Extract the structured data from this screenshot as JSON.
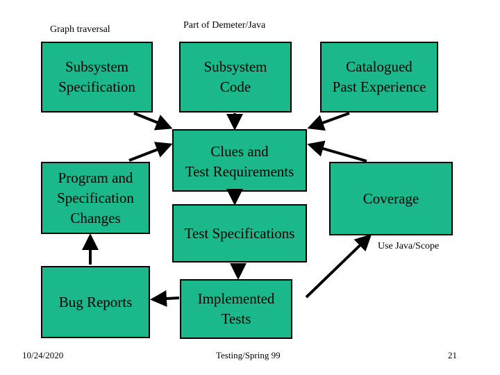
{
  "labels": {
    "graph_traversal": "Graph traversal",
    "part_of_demeter": "Part of Demeter/Java",
    "use_java_scope": "Use Java/Scope"
  },
  "boxes": {
    "subsystem_specification": "Subsystem\nSpecification",
    "subsystem_code": "Subsystem\nCode",
    "catalogued_past_experience": "Catalogued\nPast Experience",
    "clues_and_test_requirements": "Clues and\nTest Requirements",
    "program_and_specification_changes": "Program and\nSpecification\nChanges",
    "coverage": "Coverage",
    "test_specifications": "Test Specifications",
    "bug_reports": "Bug Reports",
    "implemented_tests": "Implemented\nTests"
  },
  "footer": {
    "date": "10/24/2020",
    "course": "Testing/Spring 99",
    "page_number": "21"
  },
  "colors": {
    "box_fill": "#1ab88b",
    "outline": "#000000"
  }
}
